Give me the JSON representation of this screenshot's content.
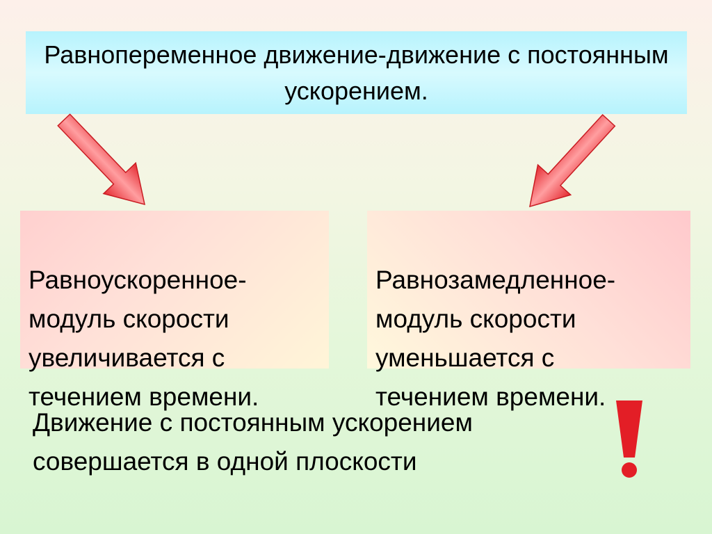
{
  "slide": {
    "title": "Равнопеременное движение-движение с постоянным ускорением.",
    "left_box": "Равноускоренное-\nмодуль скорости\nувеличивается с\nтечением времени.",
    "right_box": "Равнозамедленное-\nмодуль скорости\nуменьшается с\nтечением времени.",
    "note": "Движение с постоянным ускорением\nсовершается в одной плоскости",
    "accent_colors": {
      "title_bg": "#b7f3fd",
      "arrow_red": "#e52b32",
      "exclamation": "#e31e26"
    },
    "icons": [
      "arrow-down-left-icon",
      "arrow-down-right-icon",
      "exclamation-icon"
    ]
  }
}
